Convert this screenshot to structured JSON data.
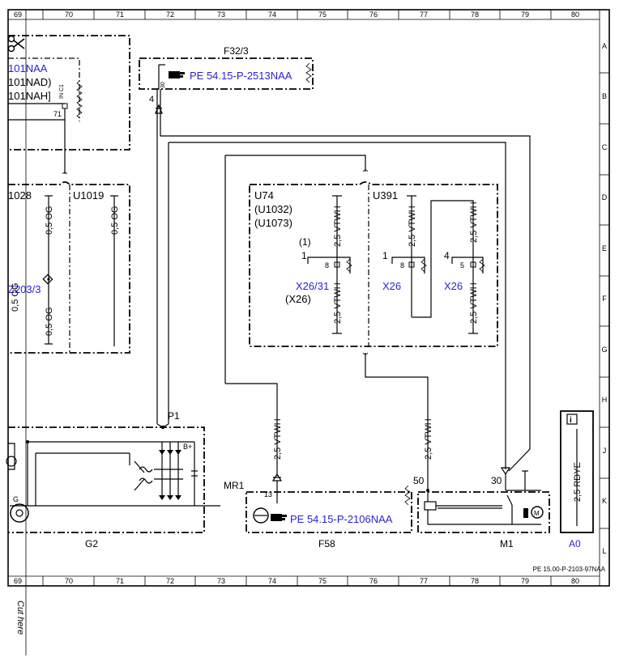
{
  "grid": {
    "columns": [
      "69",
      "70",
      "71",
      "72",
      "73",
      "74",
      "75",
      "76",
      "77",
      "78",
      "79",
      "80"
    ],
    "rows": [
      "A",
      "B",
      "C",
      "D",
      "E",
      "F",
      "G",
      "H",
      "J",
      "K",
      "L"
    ]
  },
  "scissors_icon": "scissors-icon",
  "cut_here": "Cut here",
  "doc_ref": "PE 15.00-P-2103-97NAA",
  "left_box": {
    "ref1": "101NAA",
    "ref2": "101NAD)",
    "ref3": "101NAH]",
    "pin_label": "IN C1",
    "pin": "71"
  },
  "fuse": {
    "name": "F32/3",
    "ref": "PE 54.15-P-2513NAA",
    "pin30": "30",
    "pin4": "4"
  },
  "left_module": {
    "u1": "1028",
    "u2": "U1019",
    "w1": "0,5 OG",
    "w2": "0,5 OG",
    "w3": "0,5 OG",
    "w4": "0,5 OG",
    "connector": "Z203/3"
  },
  "mid_module": {
    "u74": "U74",
    "u1032": "(U1032)",
    "u1073": "(U1073)",
    "u391": "U391",
    "paren1": "(1)",
    "pin1a": "1",
    "pin8a": "8",
    "pin1b": "1",
    "pin8b": "8",
    "pin4": "4",
    "pin5": "5",
    "x26_31": "X26/31",
    "x26_paren": "(X26)",
    "x26b": "X26",
    "x26c": "X26",
    "wire": "2,5 VTWH"
  },
  "generator": {
    "name": "G2",
    "p1": "P1",
    "bplus": "B+",
    "g": "G"
  },
  "f58": {
    "name": "F58",
    "mr1": "MR1",
    "pin13": "13",
    "ref": "PE 54.15-P-2106NAA",
    "wire": "2,5 VTWH"
  },
  "m1": {
    "name": "M1",
    "pin50": "50",
    "pin30": "30",
    "wire": "2,5 VTWH"
  },
  "a0": {
    "name": "A0",
    "wire": "2,5 RDYE",
    "info_icon": "info-icon"
  }
}
